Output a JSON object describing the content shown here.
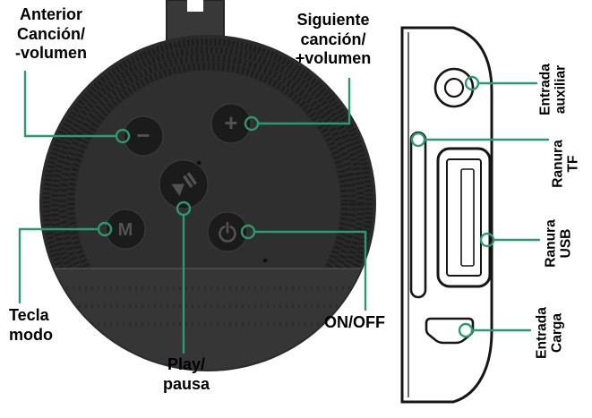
{
  "front_view": {
    "labels": {
      "prev_track": "Anterior\nCanción/\n-volumen",
      "next_track": "Siguiente\ncanción/\n+volumen",
      "mode_key": "Tecla\nmodo",
      "play_pause": "Play/\npausa",
      "power": "ON/OFF"
    },
    "button_glyphs": {
      "minus": "−",
      "plus": "+",
      "mode": "M"
    },
    "icons": {
      "power": "power-icon",
      "play_pause": "play-pause-icon"
    }
  },
  "side_view": {
    "labels": {
      "aux_input": "Entrada\nauxiliar",
      "tf_slot": "Ranura\nTF",
      "usb_slot": "Ranura\nUSB",
      "charge_input": "Entrada\nCarga"
    },
    "ports": [
      "aux-port",
      "tf-card-slot",
      "usb-port",
      "micro-usb-charge-port"
    ]
  },
  "colors": {
    "accent_green": "#2a9a6f",
    "speaker_body": "#2a2a2a",
    "button_panel": "#2f2f2f",
    "panel_outline": "#161616",
    "label_text": "#000000"
  }
}
